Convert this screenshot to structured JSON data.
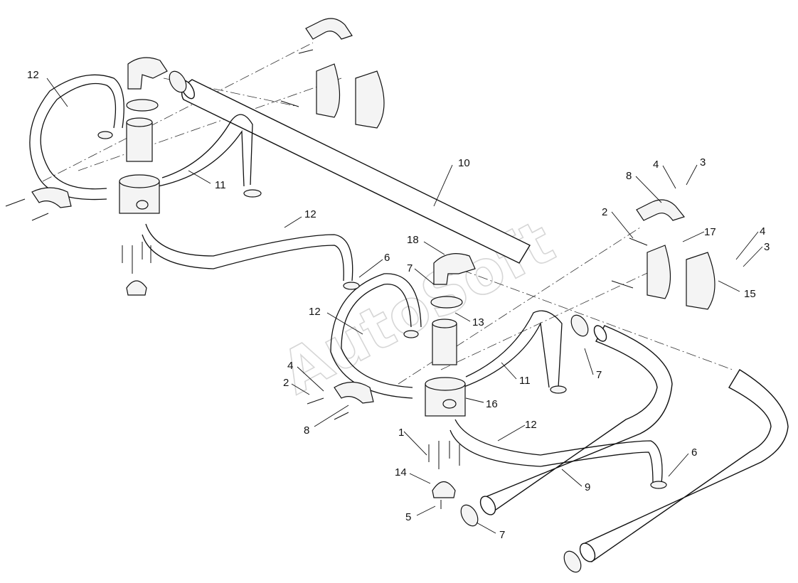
{
  "watermark": "AutoSoft",
  "callouts": [
    {
      "id": "c12a",
      "text": "12"
    },
    {
      "id": "c11a",
      "text": "11"
    },
    {
      "id": "c12b",
      "text": "12"
    },
    {
      "id": "c10",
      "text": "10"
    },
    {
      "id": "c6a",
      "text": "6"
    },
    {
      "id": "c18",
      "text": "18"
    },
    {
      "id": "c7a",
      "text": "7"
    },
    {
      "id": "c12c",
      "text": "12"
    },
    {
      "id": "c13",
      "text": "13"
    },
    {
      "id": "c11b",
      "text": "11"
    },
    {
      "id": "c7b",
      "text": "7"
    },
    {
      "id": "c4a",
      "text": "4"
    },
    {
      "id": "c2a",
      "text": "2"
    },
    {
      "id": "c8a",
      "text": "8"
    },
    {
      "id": "c16",
      "text": "16"
    },
    {
      "id": "c12d",
      "text": "12"
    },
    {
      "id": "c1",
      "text": "1"
    },
    {
      "id": "c14",
      "text": "14"
    },
    {
      "id": "c5",
      "text": "5"
    },
    {
      "id": "c9",
      "text": "9"
    },
    {
      "id": "c6b",
      "text": "6"
    },
    {
      "id": "c7c",
      "text": "7"
    },
    {
      "id": "c4b",
      "text": "4"
    },
    {
      "id": "c3a",
      "text": "3"
    },
    {
      "id": "c8b",
      "text": "8"
    },
    {
      "id": "c2b",
      "text": "2"
    },
    {
      "id": "c17",
      "text": "17"
    },
    {
      "id": "c4c",
      "text": "4"
    },
    {
      "id": "c3b",
      "text": "3"
    },
    {
      "id": "c15",
      "text": "15"
    }
  ]
}
